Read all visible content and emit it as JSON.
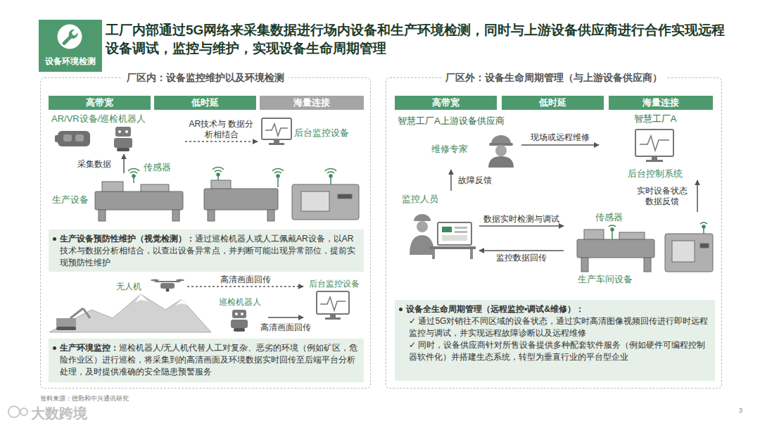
{
  "diagram": {
    "title": "工厂内部通过5G网络来采集数据进行场内设备和生产环境检测，同时与上游设备供应商进行合作实现远程设备调试，监控与维护，实现设备生命周期管理",
    "nodes": [
      {
        "text": [
          "设备环境检测"
        ]
      },
      {
        "text": [
          "厂区内：设备监控维护以及环境检测"
        ]
      },
      {
        "text": [
          "高带宽"
        ],
        "in": 1
      },
      {
        "text": [
          "低时延"
        ],
        "in": 1
      },
      {
        "text": [
          "海量连接"
        ],
        "in": 1
      },
      {
        "text": [
          "AR/VR设备/巡检机器人"
        ],
        "in": 1
      },
      {
        "text": [
          "后台监控设备"
        ],
        "in": 1
      },
      {
        "text": [
          "生产设备"
        ],
        "in": 1
      },
      {
        "text": [
          "生产设备预防性维护（视觉检测）：",
          "通过巡检机器人或人工佩戴AR设备，以AR技术与数据分析相结合，以查出设备异常点，并判断可能出现异常部位，提前实现预防性维护"
        ],
        "in": 1
      },
      {
        "text": [
          "无人机"
        ],
        "in": 1
      },
      {
        "text": [
          "后台监控设备"
        ],
        "in": 1
      },
      {
        "text": [
          "巡检机器人"
        ],
        "in": 1
      },
      {
        "text": [
          "生产环境监控：",
          "巡检机器人/无人机代替人工对复杂、恶劣的环境（例如矿区，危险作业区）进行巡检，将采集到的高清画面及环境数据实时回传至后端平台分析处理，及时提供准确的安全隐患预警服务"
        ],
        "in": 1
      },
      {
        "text": [
          "厂区外：设备生命周期管理（与上游设备供应商）"
        ]
      },
      {
        "text": [
          "高带宽"
        ],
        "in": 13
      },
      {
        "text": [
          "低时延"
        ],
        "in": 13
      },
      {
        "text": [
          "海量连接"
        ],
        "in": 13
      },
      {
        "text": [
          "智慧工厂A上游设备供应商",
          "维修专家"
        ],
        "in": 13
      },
      {
        "text": [
          "智慧工厂A",
          "后台控制系统"
        ],
        "in": 13
      },
      {
        "text": [
          "监控人员"
        ],
        "in": 13
      },
      {
        "text": [
          "传感器",
          "生产车间设备"
        ],
        "in": 13
      },
      {
        "text": [
          "设备全生命周期管理（远程监控•调试&维修）：",
          "✓ 通过5G对销往不同区域的设备状态，通过实时高清图像视频回传进行即时远程监控与调试，并实现远程故障诊断以及远程维修",
          "✓ 同时，设备供应商针对所售设备提供多种配套软件服务（例如硬件可编程控制器软件化）并搭建生态系统，转型为垂直行业的平台型企业"
        ],
        "in": 13
      }
    ],
    "edges": [
      {
        "from": 5,
        "to": 6,
        "label": "AR技术与 数据分析相结合",
        "arrow": "to"
      },
      {
        "from": 7,
        "to": 5,
        "label": "采集数据",
        "arrow": "to"
      },
      {
        "from": 9,
        "to": 10,
        "label": "高清画面回传",
        "arrow": "to"
      },
      {
        "from": 11,
        "to": 10,
        "label": "高清画面回传",
        "arrow": "to"
      },
      {
        "from": 17,
        "to": 18,
        "label": "现场或远程维修",
        "arrow": "to"
      },
      {
        "from": 19,
        "to": 17,
        "label": "故障反馈",
        "arrow": "to"
      },
      {
        "from": 19,
        "to": 20,
        "label": "数据实时检测与调试",
        "arrow": "to"
      },
      {
        "from": 20,
        "to": 19,
        "label": "监控数据回传",
        "arrow": "to"
      },
      {
        "from": 20,
        "to": 18,
        "label": "实时设备状态 数据反馈",
        "arrow": "to"
      }
    ],
    "labels": [
      "传感器",
      "资料来源：德勤和中兴通讯研究",
      "大数跨境",
      "3"
    ]
  }
}
